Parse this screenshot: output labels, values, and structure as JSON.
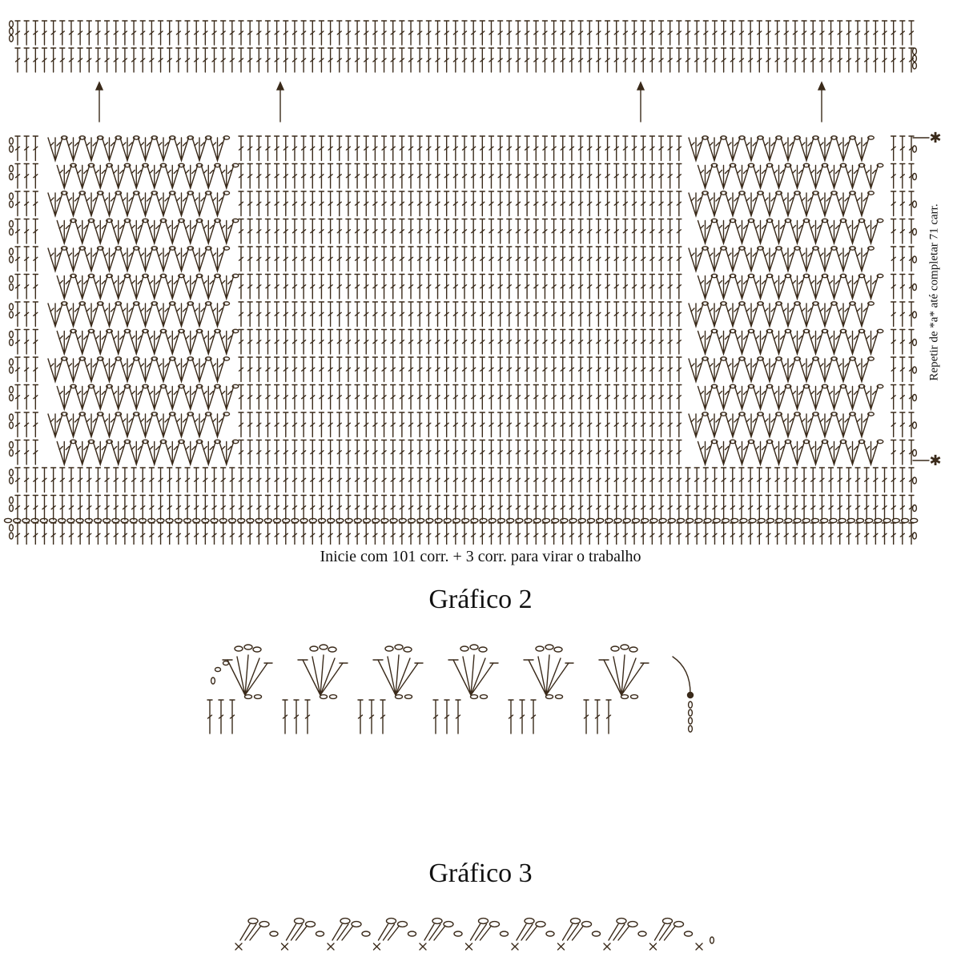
{
  "colors": {
    "ink": "#3a2a1a",
    "text": "#111111",
    "background": "#ffffff"
  },
  "chart_1": {
    "start_caption": "Inicie com 101 corr. + 3 corr. para virar o trabalho",
    "repeat_note": "Repetir de *a* até completar 71 carr.",
    "repeat_marker_symbol": "✱",
    "stitch_symbols": [
      "chain-icon",
      "double-crochet-icon",
      "fan-v-stitch-icon"
    ],
    "stitch_columns": 101,
    "lace_panel_rows": 12,
    "lace_panels_count": 2,
    "direction_arrows_count": 4
  },
  "chart_2": {
    "title": "Gráfico 2",
    "repeats": 6,
    "stitch_symbols": [
      "double-crochet-icon",
      "chain-icon",
      "slip-stitch-icon"
    ]
  },
  "chart_3": {
    "title": "Gráfico 3",
    "repeats": 10,
    "stitch_symbols": [
      "single-crochet-x-icon",
      "chain-loop-icon"
    ]
  }
}
